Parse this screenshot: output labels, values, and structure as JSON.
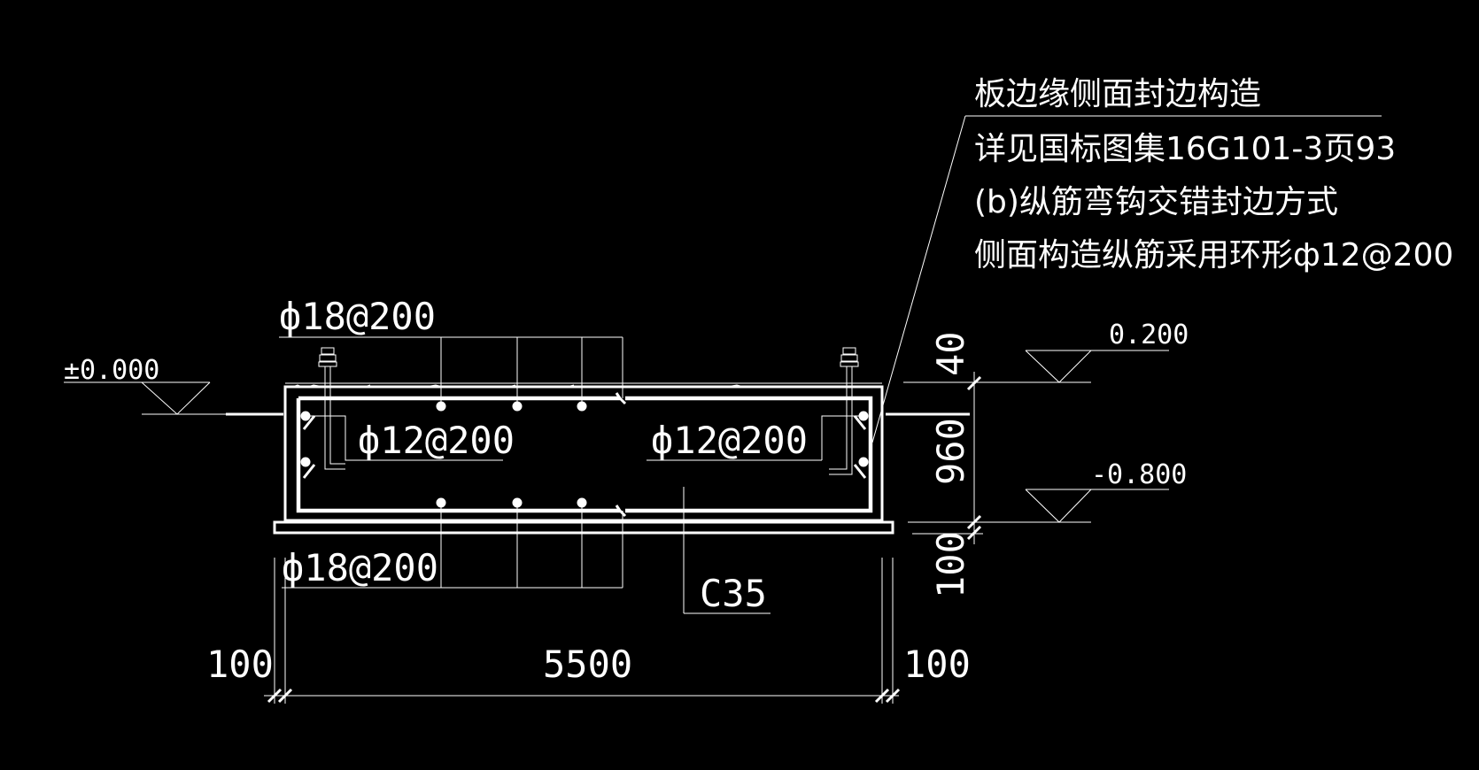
{
  "note": {
    "line1": "板边缘侧面封边构造",
    "line2": "详见国标图集16G101-3页93",
    "line3": "(b)纵筋弯钩交错封边方式",
    "line4": "侧面构造纵筋采用环形ф12@200"
  },
  "rebar": {
    "top": "ф18@200",
    "bottom": "ф18@200",
    "side_left": "ф12@200",
    "side_right": "ф12@200"
  },
  "concrete_grade": "C35",
  "elevations": {
    "ground": "±0.000",
    "top": "0.200",
    "bottom": "-0.800"
  },
  "dimensions": {
    "width": "5500",
    "left_margin": "100",
    "right_margin": "100",
    "top_layer": "40",
    "thickness": "960",
    "bedding": "100"
  },
  "colors": {
    "background": "#000000",
    "linework": "#ffffff"
  }
}
